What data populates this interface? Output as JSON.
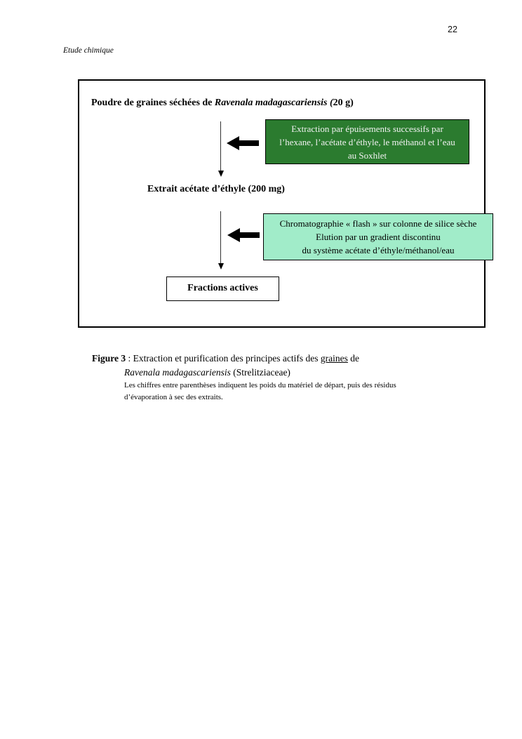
{
  "page": {
    "number": "22",
    "running_head": "Etude chimique"
  },
  "diagram": {
    "source_label": {
      "prefix": "Poudre de graines séchées de ",
      "species_italic": "Ravenala madagascariensis (",
      "suffix": "20 g)"
    },
    "process_box_1": {
      "lines": [
        "Extraction par épuisements successifs par",
        "l’hexane, l’acétate d’éthyle, le méthanol et l’eau",
        "au Soxhlet"
      ],
      "bg_color": "#2b7b2f",
      "border_color": "#000000",
      "text_color": "#f2f2f2"
    },
    "intermediate_label": "Extrait acétate d’éthyle (200 mg)",
    "process_box_2": {
      "lines": [
        "Chromatographie « flash » sur colonne de silice sèche",
        "Elution par un gradient discontinu",
        "du système acétate d’éthyle/méthanol/eau"
      ],
      "bg_color": "#a1ecc9",
      "border_color": "#000000",
      "text_color": "#000000"
    },
    "result_box_label": "Fractions actives",
    "arrow_color": "#000000"
  },
  "caption": {
    "figure_label": "Figure 3",
    "line1_mid": " : Extraction et purification des principes actifs des ",
    "line1_underlined": "graines",
    "line1_end": " de",
    "line2_species_italic": "Ravenala madagascariensis",
    "line2_rest": " (Strelitziaceae)",
    "note_line1": "Les chiffres entre parenthèses indiquent les poids du matériel de départ, puis des résidus",
    "note_line2": "d’évaporation à sec des extraits."
  }
}
